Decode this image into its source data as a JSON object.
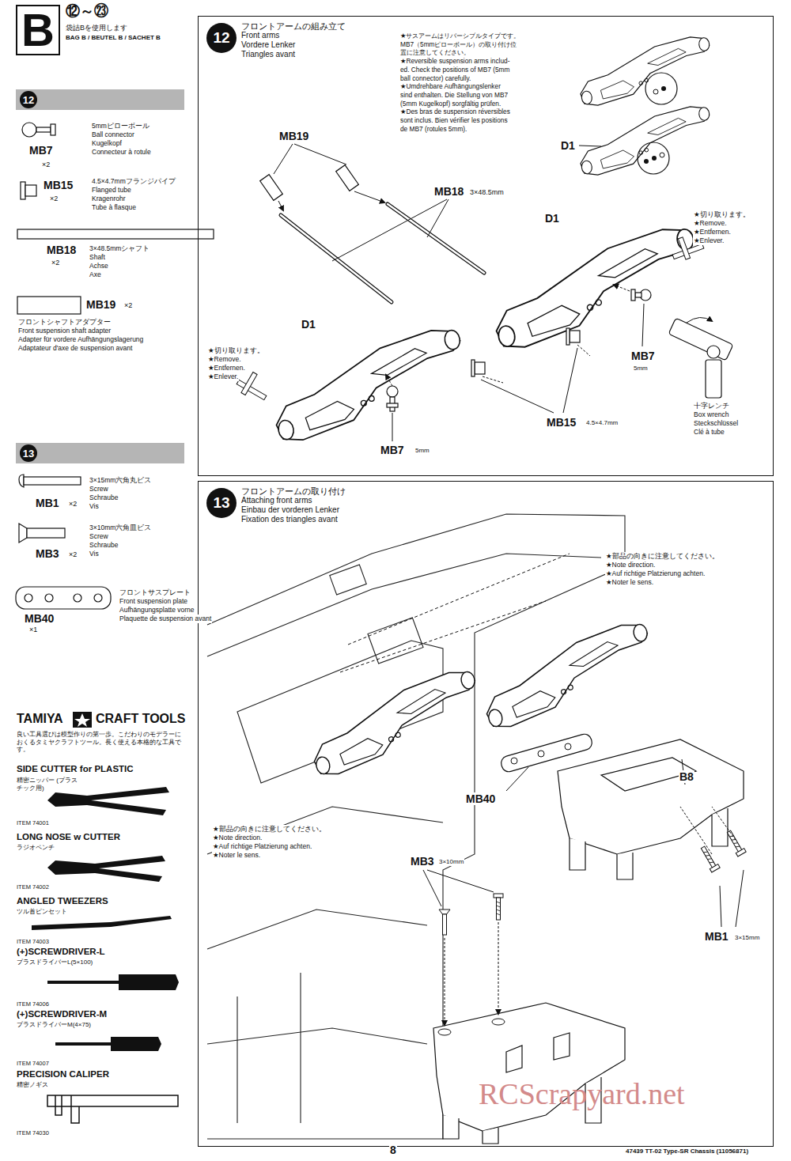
{
  "diagram": {
    "nodes": [
      {
        "text": [
          "B"
        ]
      },
      {
        "text": [
          "12"
        ]
      },
      {
        "text": [
          "フロントアームの組み立て",
          "Front arms",
          "Vordere Lenker",
          "Triangles avant"
        ]
      },
      {
        "text": [
          "12"
        ],
        "in": 2
      },
      {
        "text": [
          "13"
        ]
      },
      {
        "text": [
          "フロントアームの取り付け",
          "Attaching front arms",
          "Einbau der vorderen Lenker",
          "Fixation des triangles avant"
        ]
      },
      {
        "text": [
          "13"
        ],
        "in": 5
      }
    ],
    "labels": [
      "⑫～㉓",
      "袋詰Bを使用します",
      "BAG B / BEUTEL B / SACHET B",
      "5mmピローボール",
      "Ball connector",
      "Kugelkopf",
      "Connecteur à rotule",
      "MB7",
      "×2",
      "4.5×4.7mmフランジパイプ",
      "Flanged tube",
      "Kragenrohr",
      "Tube à flasque",
      "MB15",
      "×2",
      "MB18",
      "3×48.5mmシャフト",
      "Shaft",
      "Achse",
      "Axe",
      "×2",
      "MB19",
      "×2",
      "フロントシャフトアダプター",
      "Front suspension shaft adapter",
      "Adapter für vordere Aufhängungslagerung",
      "Adaptateur d'axe de suspension avant",
      "3×15mm六角丸ビス",
      "Screw",
      "Schraube",
      "Vis",
      "MB1",
      "×2",
      "3×10mm六角皿ビス",
      "Screw",
      "Schraube",
      "Vis",
      "MB3",
      "×2",
      "MB40",
      "×1",
      "フロントサスプレート",
      "Front suspension plate",
      "Aufhängungsplatte vorne",
      "Plaquette de suspension avant",
      "TAMIYA",
      "CRAFT TOOLS",
      "良い工具選びは模型作りの第一歩。こだわりのモデラーにおくるタミヤクラフトツール。長く使える本格的な工具です。",
      "SIDE CUTTER for PLASTIC",
      "精密ニッパー (プラスチック用)",
      "ITEM 74001",
      "LONG NOSE w CUTTER",
      "ラジオペンチ",
      "ITEM 74002",
      "ANGLED TWEEZERS",
      "ツル首ピンセット",
      "ITEM 74003",
      "(+)SCREWDRIVER-L",
      "プラスドライバーL(5×100)",
      "ITEM 74006",
      "(+)SCREWDRIVER-M",
      "プラスドライバーM(4×75)",
      "ITEM 74007",
      "PRECISION CALIPER",
      "精密ノギス",
      "ITEM 74030",
      "★サスアームはリバーシブルタイプです。",
      "MB7（5mmピローボール）の取り付け位",
      "置に注意してください。",
      "★Reversible suspension arms includ-",
      "ed. Check the positions of MB7 (5mm",
      "ball connector) carefully.",
      "★Umdrehbare Aufhängungslenker",
      "sind enthalten. Die Stellung von MB7",
      "(5mm Kugelkopf) sorgfältig prüfen.",
      "★Des bras de suspension réversibles",
      "sont inclus. Bien vérifier les positions",
      "de MB7 (rotules 5mm).",
      "MB19",
      "MB18",
      "3×48.5mm",
      "D1",
      "D1",
      "D1",
      "★切り取ります。",
      "★Remove.",
      "★Entfernen.",
      "★Enlever.",
      "★切り取ります。",
      "★Remove.",
      "★Entfernen.",
      "★Enlever.",
      "MB7",
      "5mm",
      "MB15",
      "4.5×4.7mm",
      "MB7",
      "5mm",
      "十字レンチ",
      "Box wrench",
      "Steckschlüssel",
      "Clé à tube",
      "★部品の向きに注意してください。",
      "★Note direction.",
      "★Auf richtige Platzierung achten.",
      "★Noter le sens.",
      "★部品の向きに注意してください。",
      "★Note direction.",
      "★Auf richtige Platzierung achten.",
      "★Noter le sens.",
      "B8",
      "MB40",
      "MB3",
      "3×10mm",
      "MB1",
      "3×15mm",
      "8",
      "47439 TT-02 Type-SR Chassis (11056871)",
      "RCScrapyard.net"
    ]
  }
}
